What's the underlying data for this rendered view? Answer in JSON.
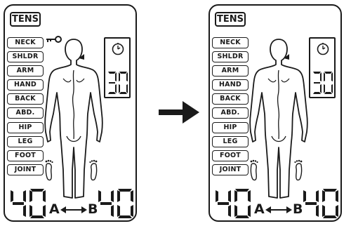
{
  "left_display": {
    "title": "TENS",
    "body_parts": [
      "NECK",
      "SHLDR",
      "ARM",
      "HAND",
      "BACK",
      "ABD.",
      "HIP",
      "LEG",
      "FOOT",
      "JOINT"
    ],
    "timer_value": "30",
    "channel_a_intensity": "40",
    "channel_b_intensity": "40",
    "channel_a_label": "A",
    "channel_b_label": "B",
    "lock_shown": true
  },
  "right_display": {
    "title": "TENS",
    "body_parts": [
      "NECK",
      "SHLDR",
      "ARM",
      "HAND",
      "BACK",
      "ABD.",
      "HIP",
      "LEG",
      "FOOT",
      "JOINT"
    ],
    "timer_value": "30",
    "channel_a_intensity": "40",
    "channel_b_intensity": "40",
    "channel_a_label": "A",
    "channel_b_label": "B",
    "lock_shown": false
  },
  "icons": {
    "lock": "key-lock-icon",
    "timer": "timer-icon",
    "pointer": "pointer-arrow-icon",
    "transition": "right-arrow-icon",
    "feet": "footprint-icon"
  },
  "colors": {
    "ink": "#1a1a1a",
    "background": "#ffffff"
  }
}
